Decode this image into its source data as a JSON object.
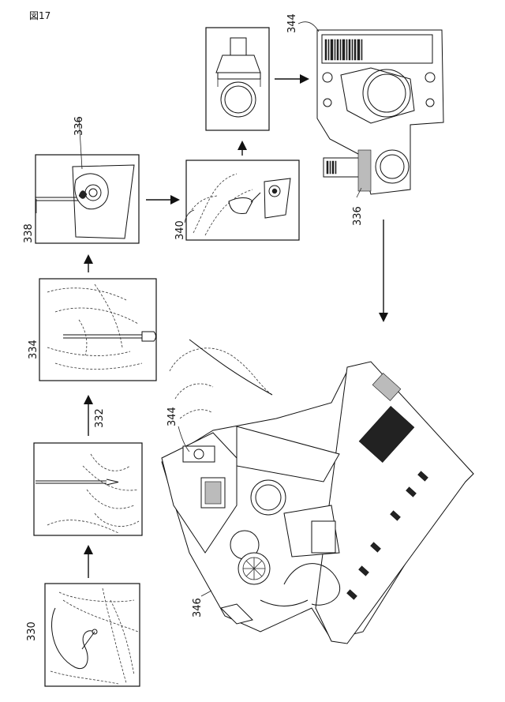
{
  "figure": {
    "title": "図17",
    "labels": {
      "l330": "330",
      "l332": "332",
      "l334": "334",
      "l336_top": "336",
      "l338": "338",
      "l340": "340",
      "l344_top": "344",
      "l336_bottom": "336",
      "l344_mid": "344",
      "l346": "346"
    }
  }
}
